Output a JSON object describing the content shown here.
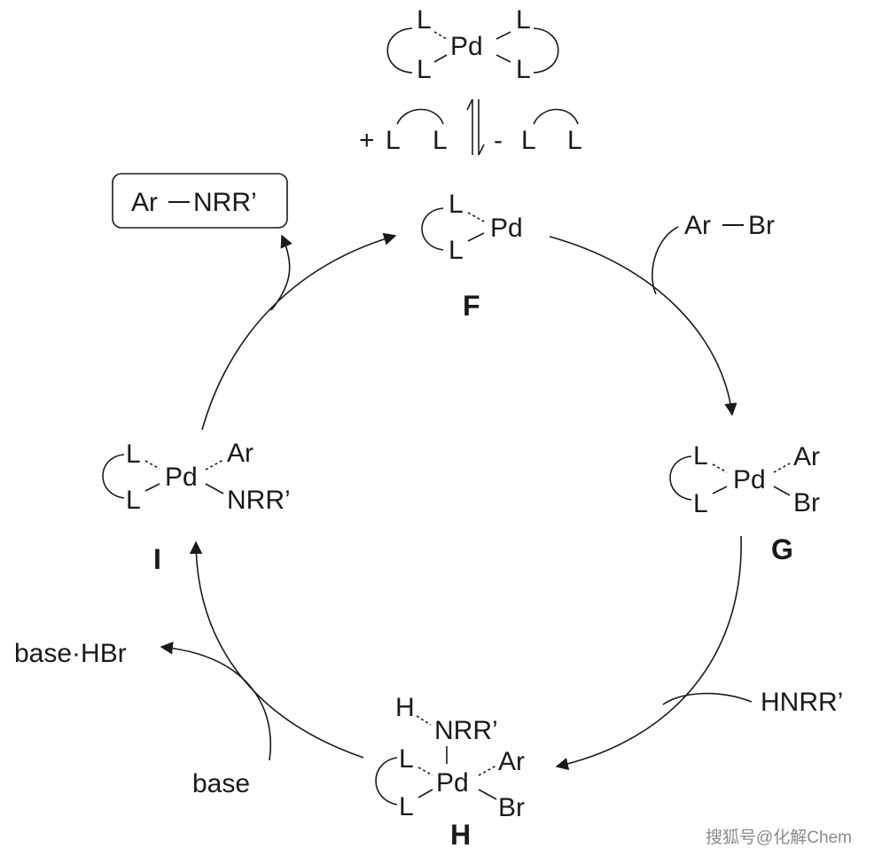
{
  "labels": {
    "ligand": "L",
    "pd": "Pd",
    "ar": "Ar",
    "br": "Br",
    "h": "H",
    "nrr": "NRR’",
    "plus": "+",
    "minus": "-"
  },
  "compounds": {
    "F": "F",
    "G": "G",
    "H": "H",
    "I": "I"
  },
  "reagents": {
    "product_ar": "Ar",
    "product_nrr": "NRR’",
    "aryl_halide_ar": "Ar",
    "aryl_halide_br": "Br",
    "amine": "HNRR’",
    "base": "base",
    "base_salt": "base·HBr"
  },
  "watermark": "搜狐号@化解Chem"
}
